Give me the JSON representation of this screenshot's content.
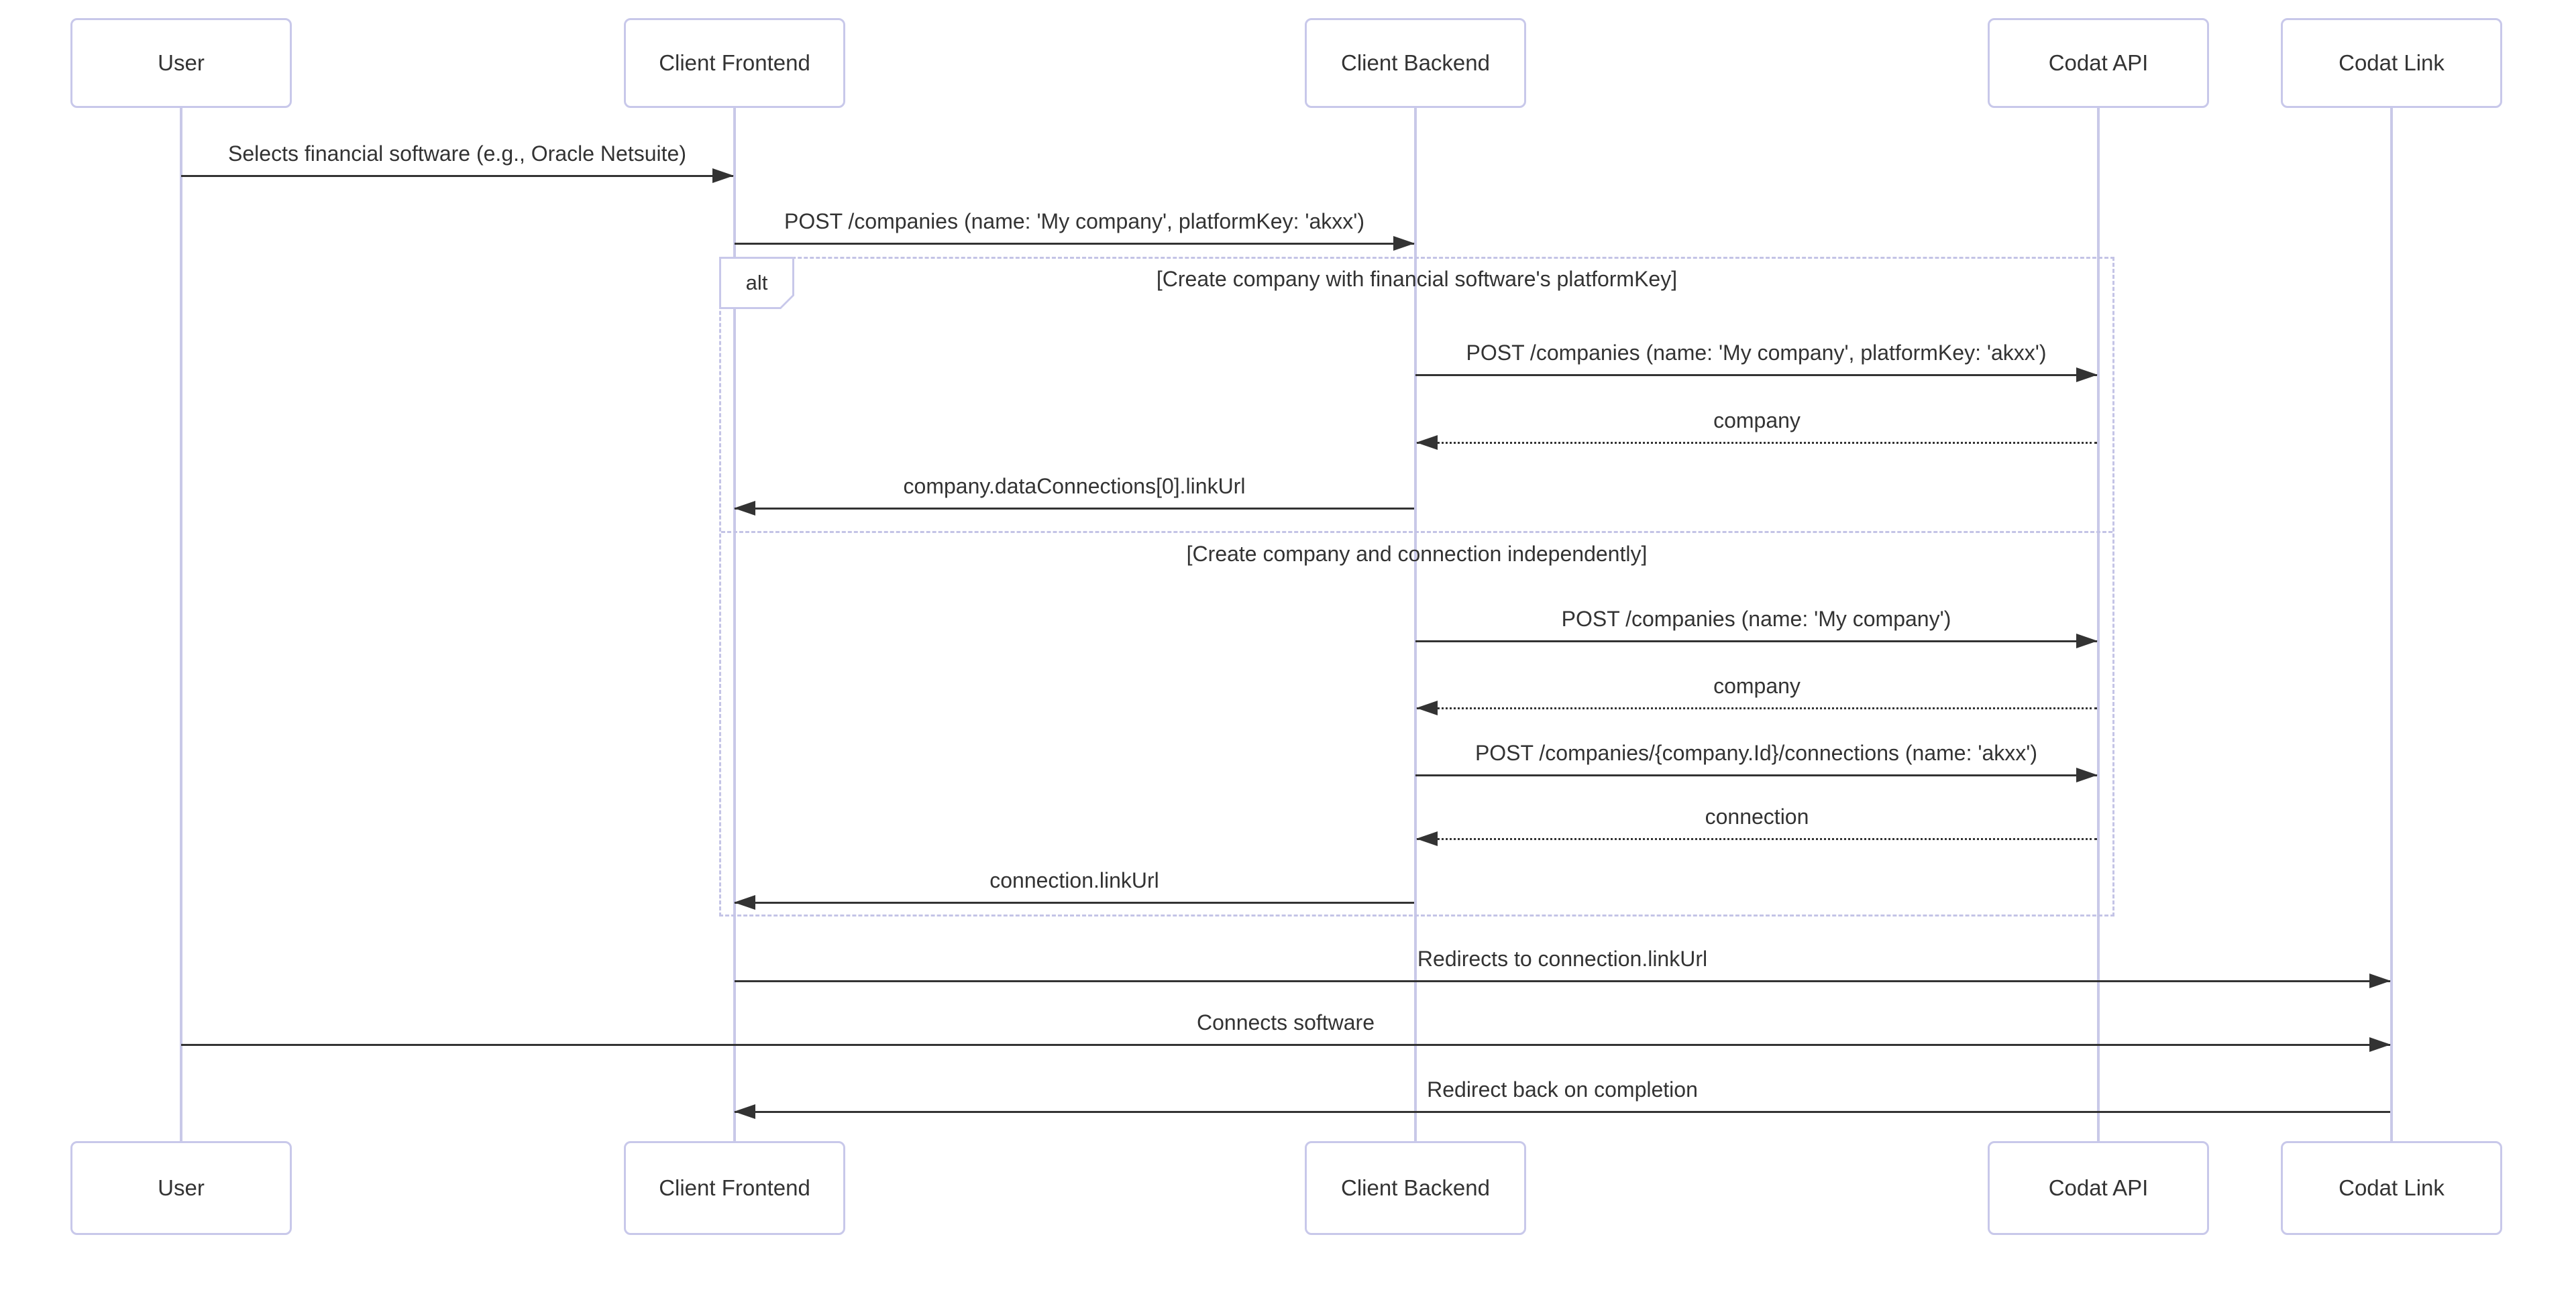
{
  "colors": {
    "background": "#ffffff",
    "actor_fill": "#ffffff",
    "actor_border": "#c8c8ea",
    "lifeline": "#c9c9e8",
    "frame_border": "#c4c4e6",
    "message_line": "#333333",
    "text": "#333333"
  },
  "participants": [
    {
      "id": "user",
      "label": "User"
    },
    {
      "id": "client-frontend",
      "label": "Client Frontend"
    },
    {
      "id": "client-backend",
      "label": "Client Backend"
    },
    {
      "id": "codat-api",
      "label": "Codat API"
    },
    {
      "id": "codat-link",
      "label": "Codat Link"
    }
  ],
  "messages": [
    {
      "text": "Selects financial software (e.g., Oracle Netsuite)",
      "from": "user",
      "to": "client-frontend",
      "line": "solid",
      "direction": "right"
    },
    {
      "text": "POST /companies (name: 'My company', platformKey: 'akxx')",
      "from": "client-frontend",
      "to": "client-backend",
      "line": "solid",
      "direction": "right"
    },
    {
      "text": "POST /companies (name: 'My company', platformKey: 'akxx')",
      "from": "client-backend",
      "to": "codat-api",
      "line": "solid",
      "direction": "right"
    },
    {
      "text": "company",
      "from": "codat-api",
      "to": "client-backend",
      "line": "dashed",
      "direction": "left"
    },
    {
      "text": "company.dataConnections[0].linkUrl",
      "from": "client-backend",
      "to": "client-frontend",
      "line": "solid",
      "direction": "left"
    },
    {
      "text": "POST /companies (name: 'My company')",
      "from": "client-backend",
      "to": "codat-api",
      "line": "solid",
      "direction": "right"
    },
    {
      "text": "company",
      "from": "codat-api",
      "to": "client-backend",
      "line": "dashed",
      "direction": "left"
    },
    {
      "text": "POST /companies/{company.Id}/connections (name: 'akxx')",
      "from": "client-backend",
      "to": "codat-api",
      "line": "solid",
      "direction": "right"
    },
    {
      "text": "connection",
      "from": "codat-api",
      "to": "client-backend",
      "line": "dashed",
      "direction": "left"
    },
    {
      "text": "connection.linkUrl",
      "from": "client-backend",
      "to": "client-frontend",
      "line": "solid",
      "direction": "left"
    },
    {
      "text": "Redirects to connection.linkUrl",
      "from": "client-frontend",
      "to": "codat-link",
      "line": "solid",
      "direction": "right"
    },
    {
      "text": "Connects software",
      "from": "user",
      "to": "codat-link",
      "line": "solid",
      "direction": "right"
    },
    {
      "text": "Redirect back on completion",
      "from": "codat-link",
      "to": "client-frontend",
      "line": "solid",
      "direction": "left"
    }
  ],
  "alt_block": {
    "label": "alt",
    "sections": [
      {
        "condition": "[Create company with financial software's platformKey]"
      },
      {
        "condition": "[Create company and connection independently]"
      }
    ]
  }
}
